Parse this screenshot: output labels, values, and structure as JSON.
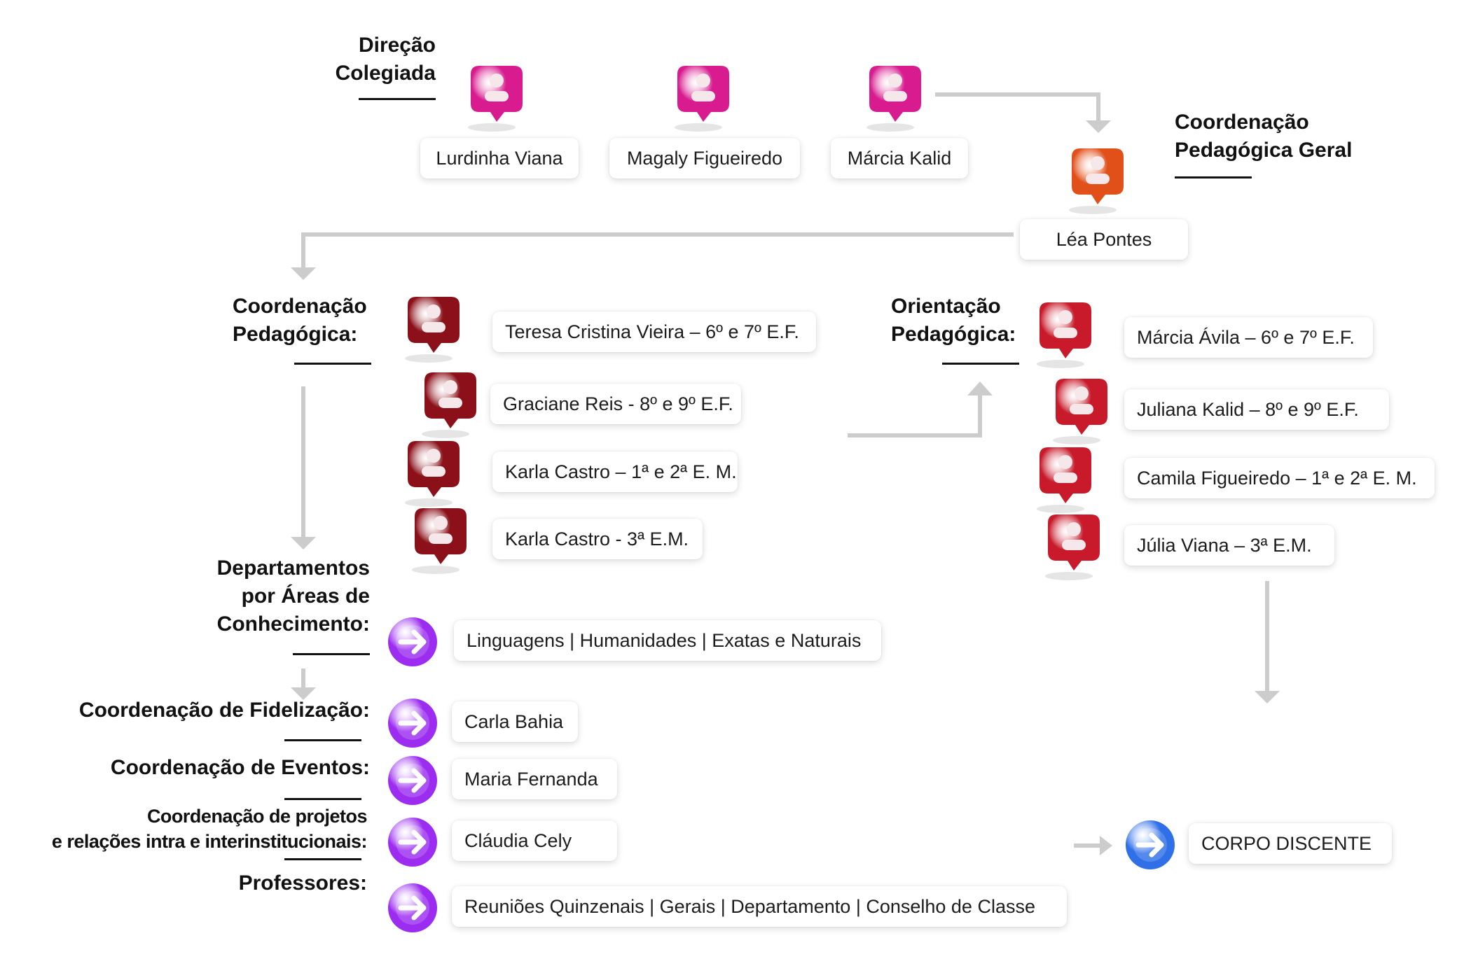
{
  "colors": {
    "direcao": "#d81b8e",
    "coord_geral": "#e2501a",
    "coord_pedagogica": "#8b1019",
    "orientacao": "#c81a2a",
    "purple": "#9b2cf0",
    "blue": "#2f6fe8",
    "connector": "#cccccc"
  },
  "direcao": {
    "heading": [
      "Direção",
      "Colegiada"
    ],
    "members": [
      "Lurdinha Viana",
      "Magaly Figueiredo",
      "Márcia Kalid"
    ]
  },
  "coordenacao_geral": {
    "heading": [
      "Coordenação",
      "Pedagógica Geral"
    ],
    "member": "Léa Pontes"
  },
  "coordenacao_pedagogica": {
    "heading": [
      "Coordenação",
      "Pedagógica:"
    ],
    "members": [
      "Teresa Cristina Vieira – 6º e 7º E.F.",
      "Graciane Reis - 8º e 9º E.F.",
      "Karla Castro – 1ª e 2ª E. M.",
      "Karla Castro - 3ª E.M."
    ]
  },
  "orientacao_pedagogica": {
    "heading": [
      "Orientação",
      "Pedagógica:"
    ],
    "members": [
      "Márcia Ávila – 6º e 7º E.F.",
      "Juliana Kalid – 8º e 9º E.F.",
      "Camila Figueiredo – 1ª e 2ª E. M.",
      "Júlia Viana – 3ª E.M."
    ]
  },
  "departamentos": {
    "heading": [
      "Departamentos",
      "por Áreas de",
      "Conhecimento:"
    ],
    "value": "Linguagens | Humanidades | Exatas e Naturais"
  },
  "fidelizacao": {
    "heading": "Coordenação de Fidelização:",
    "value": "Carla Bahia"
  },
  "eventos": {
    "heading": "Coordenação de Eventos:",
    "value": "Maria Fernanda"
  },
  "projetos": {
    "heading": [
      "Coordenação de projetos",
      "e relações intra e interinstitucionais:"
    ],
    "value": "Cláudia Cely"
  },
  "professores": {
    "heading": "Professores:",
    "value": "Reuniões Quinzenais | Gerais | Departamento | Conselho de Classe"
  },
  "corpo_discente": {
    "value": "CORPO DISCENTE"
  }
}
